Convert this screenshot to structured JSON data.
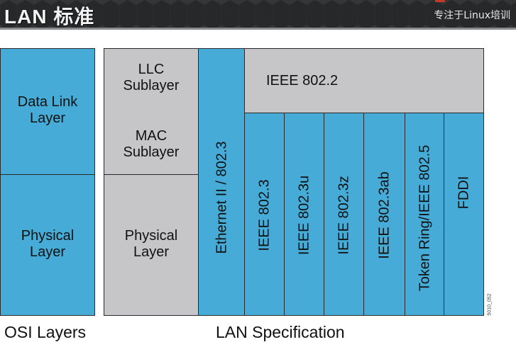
{
  "header": {
    "title": "LAN 标准",
    "brand": "专注于Linux培训"
  },
  "osi": {
    "data_link": "Data Link\nLayer",
    "physical": "Physical\nLayer",
    "caption": "OSI Layers"
  },
  "lan": {
    "llc": "LLC\nSublayer",
    "mac": "MAC\nSublayer",
    "physical": "Physical\nLayer",
    "ethernet": "Ethernet II / 802.3",
    "ieee_8022": "IEEE 802.2",
    "columns": [
      "IEEE 802.3",
      "IEEE 802.3u",
      "IEEE 802.3z",
      "IEEE 802.3ab",
      "Token Ring/IEEE 802.5",
      "FDDI"
    ],
    "caption": "LAN Specification",
    "figure_id": "5010_052"
  },
  "colors": {
    "blue": "#46acd7",
    "gray": "#c6c6c8",
    "banner": "#26282a"
  }
}
